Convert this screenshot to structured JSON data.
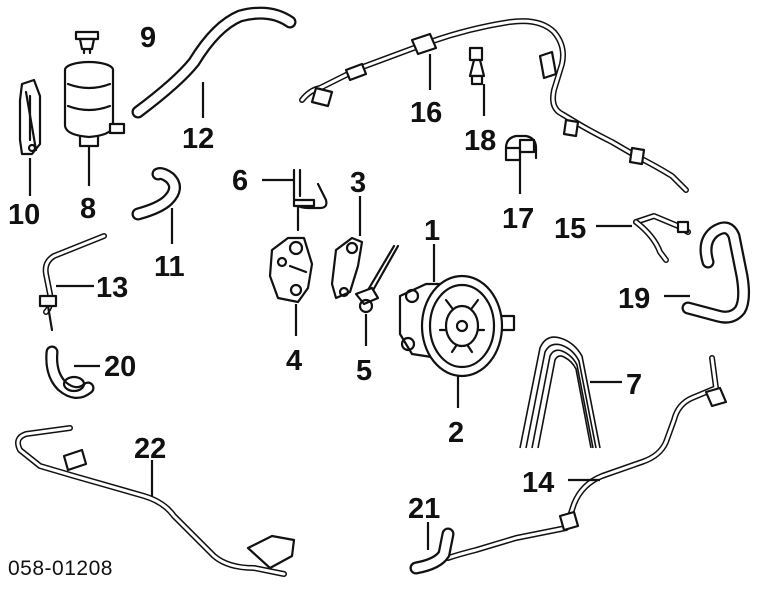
{
  "diagram_ref": "058-01208",
  "callouts": {
    "c1": "1",
    "c2": "2",
    "c3": "3",
    "c4": "4",
    "c5": "5",
    "c6": "6",
    "c7": "7",
    "c8": "8",
    "c9": "9",
    "c10": "10",
    "c11": "11",
    "c12": "12",
    "c13": "13",
    "c14": "14",
    "c15": "15",
    "c16": "16",
    "c17": "17",
    "c18": "18",
    "c19": "19",
    "c20": "20",
    "c21": "21",
    "c22": "22"
  }
}
